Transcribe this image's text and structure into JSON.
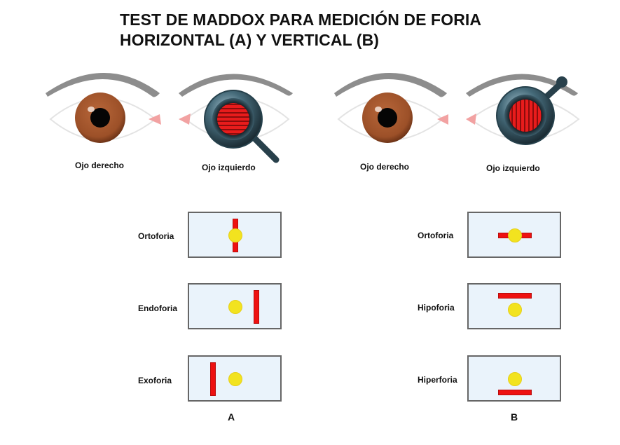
{
  "title": {
    "line1": "TEST DE MADDOX PARA MEDICIÓN DE FORIA",
    "line2": "HORIZONTAL (A) Y VERTICAL (B)"
  },
  "colors": {
    "iris": "#a0552e",
    "maddox_rod": "#e01818",
    "lens_frame": "#3a5866",
    "light_dot": "#f2e31f",
    "red_line": "#ee1111",
    "panel_bg": "#eaf3fb",
    "panel_border": "#666666"
  },
  "section_a": {
    "label": "A",
    "right_eye_label": "Ojo derecho",
    "left_eye_label": "Ojo izquierdo",
    "rod_orientation": "horizontal stripes",
    "rows": [
      {
        "label": "Ortoforia",
        "line": "vertical through dot"
      },
      {
        "label": "Endoforia",
        "line": "vertical right of dot"
      },
      {
        "label": "Exoforia",
        "line": "vertical left of dot"
      }
    ]
  },
  "section_b": {
    "label": "B",
    "right_eye_label": "Ojo derecho",
    "left_eye_label": "Ojo izquierdo",
    "rod_orientation": "vertical stripes",
    "rows": [
      {
        "label": "Ortoforia",
        "line": "horizontal through dot"
      },
      {
        "label": "Hipoforia",
        "line": "horizontal above dot"
      },
      {
        "label": "Hiperforia",
        "line": "horizontal below dot"
      }
    ]
  }
}
